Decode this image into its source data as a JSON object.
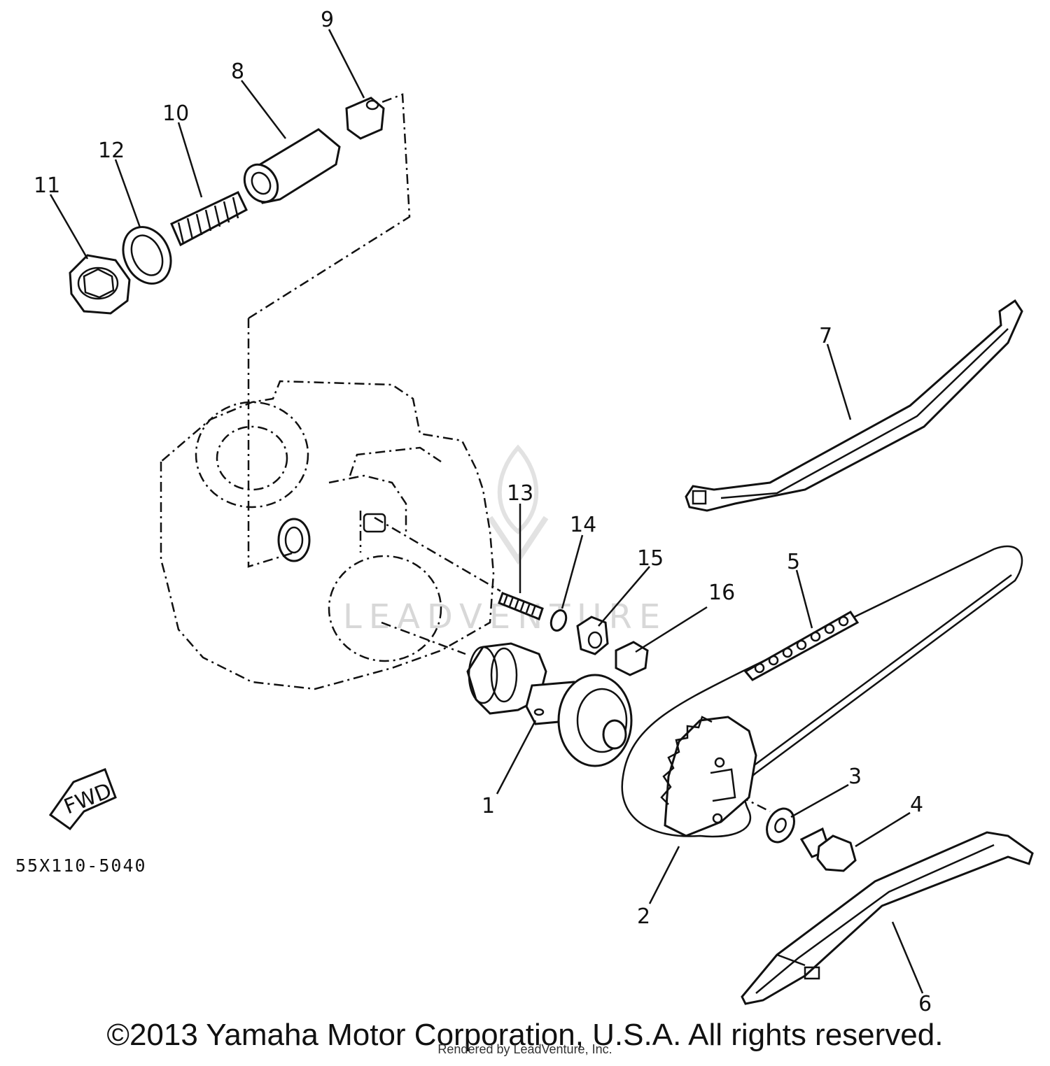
{
  "diagram": {
    "part_numbers": [
      "1",
      "2",
      "3",
      "4",
      "5",
      "6",
      "7",
      "8",
      "9",
      "10",
      "11",
      "12",
      "13",
      "14",
      "15",
      "16"
    ],
    "figure_code": "55X110-5040",
    "direction_arrow_label": "FWD",
    "watermark": "LEADVENTURE"
  },
  "footer": {
    "copyright": "©2013 Yamaha Motor Corporation, U.S.A. All rights reserved.",
    "rendered_by": "Rendered by LeadVenture, Inc."
  }
}
